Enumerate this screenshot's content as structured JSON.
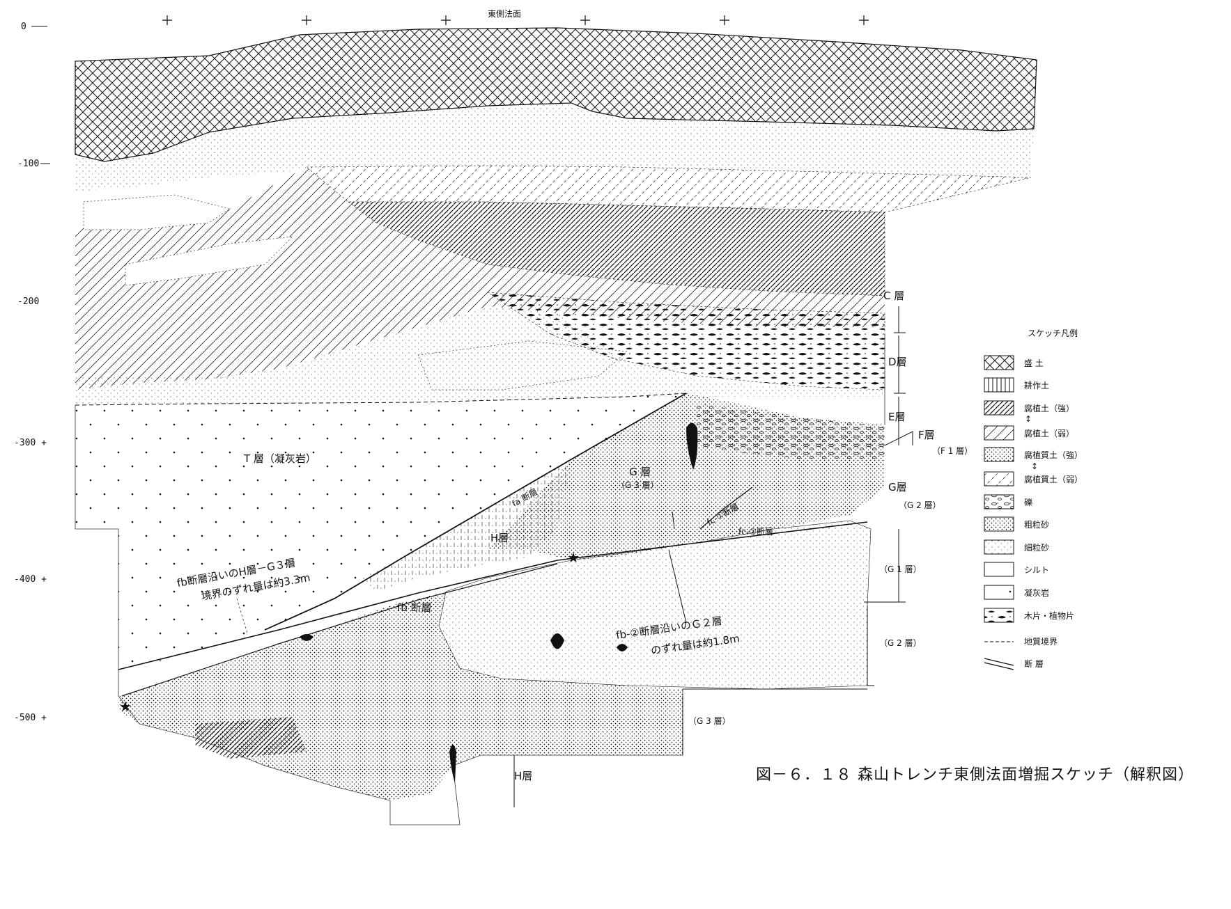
{
  "top_label": "東側法面",
  "depth_ticks": [
    "0",
    "-100",
    "-200",
    "-300 +",
    "-400 +",
    "-500 +"
  ],
  "layers": {
    "C": "C 層",
    "D": "D層",
    "E": "E層",
    "F": "F層",
    "F1": "（F 1 層）",
    "G": "G層",
    "G2_upper": "（G 2 層）",
    "G1": "（G 1 層）",
    "G2_lower": "（G 2 層）",
    "G3_right": "（G 3 層）",
    "H_bottom": "H層",
    "T": "T 層（凝灰岩）",
    "G_inner": "G 層",
    "G3_inner": "（G 3 層）",
    "H_inner": "H層"
  },
  "faults": {
    "fa": "fa 断層",
    "fb": "fb 断層",
    "fc1": "fc-①断層",
    "fc2": "fc-②断層"
  },
  "annotations": {
    "fb_offset_1": "fb断層沿いのH層－G３層",
    "fb_offset_2": "境界のずれ量は約3.3m",
    "fc2_offset_1": "fb-②断層沿いのＧ２層",
    "fc2_offset_2": "のずれ量は約1.8m"
  },
  "legend": {
    "title": "スケッチ凡例",
    "items": [
      {
        "pattern": "crosshatch",
        "label": "盛 土"
      },
      {
        "pattern": "vertical",
        "label": "耕作土"
      },
      {
        "pattern": "dense-diagonal",
        "label": "腐植土（強）"
      },
      {
        "pattern": "light-diagonal",
        "label": "腐植土（弱）"
      },
      {
        "pattern": "dotted-diagonal-dense",
        "label": "腐植質土（強）"
      },
      {
        "pattern": "dotted-diagonal-light",
        "label": "腐植質土（弱）"
      },
      {
        "pattern": "gravel",
        "label": "礫"
      },
      {
        "pattern": "coarse-sand",
        "label": "粗粒砂"
      },
      {
        "pattern": "fine-sand",
        "label": "細粒砂"
      },
      {
        "pattern": "silt",
        "label": "シルト"
      },
      {
        "pattern": "tuff",
        "label": "凝灰岩"
      },
      {
        "pattern": "wood",
        "label": "木片・植物片"
      },
      {
        "pattern": "dashed-line",
        "label": "地質境界"
      },
      {
        "pattern": "fault-line",
        "label": "断 層"
      }
    ]
  },
  "caption": "図－６．１８ 森山トレンチ東側法面増掘スケッチ（解釈図）"
}
